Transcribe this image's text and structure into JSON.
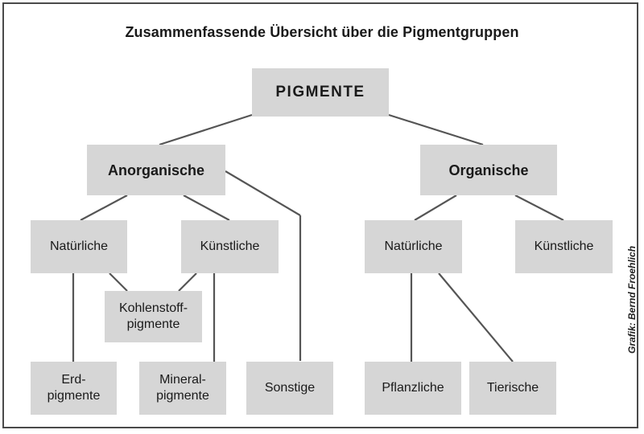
{
  "title": "Zusammenfassende Übersicht über die Pigmentgruppen",
  "nodes": {
    "pigmente": "PIGMENTE",
    "anorganische": "Anorganische",
    "organische": "Organische",
    "anorg_natuerliche": "Natürliche",
    "anorg_kuenstliche": "Künstliche",
    "kohlenstoffpigmente": "Kohlenstoff-\npigmente",
    "erdpigmente": "Erd-\npigmente",
    "mineralpigmente": "Mineral-\npigmente",
    "sonstige": "Sonstige",
    "org_natuerliche": "Natürliche",
    "org_kuenstliche": "Künstliche",
    "pflanzliche": "Pflanzliche",
    "tierische": "Tierische"
  },
  "credit": "Grafik: Bernd Froehlich",
  "colors": {
    "box": "#d6d6d6",
    "line": "#555555",
    "border": "#4a4a4a"
  }
}
